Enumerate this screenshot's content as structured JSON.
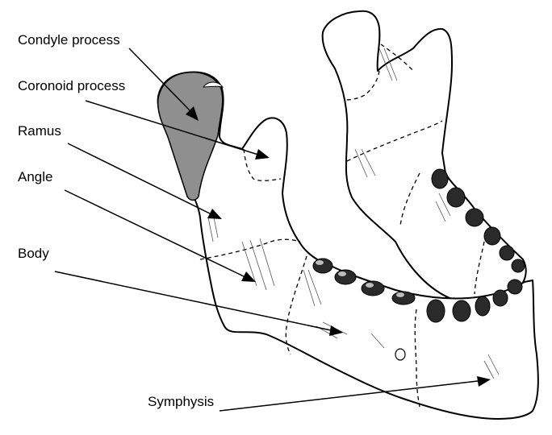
{
  "labels": {
    "condyle": "Condyle process",
    "coronoid": "Coronoid process",
    "ramus": "Ramus",
    "angle": "Angle",
    "body": "Body",
    "symphysis": "Symphysis"
  },
  "colors": {
    "highlight": "#8f8f8f",
    "outline": "#000000",
    "teeth": "#2a2a2a"
  }
}
